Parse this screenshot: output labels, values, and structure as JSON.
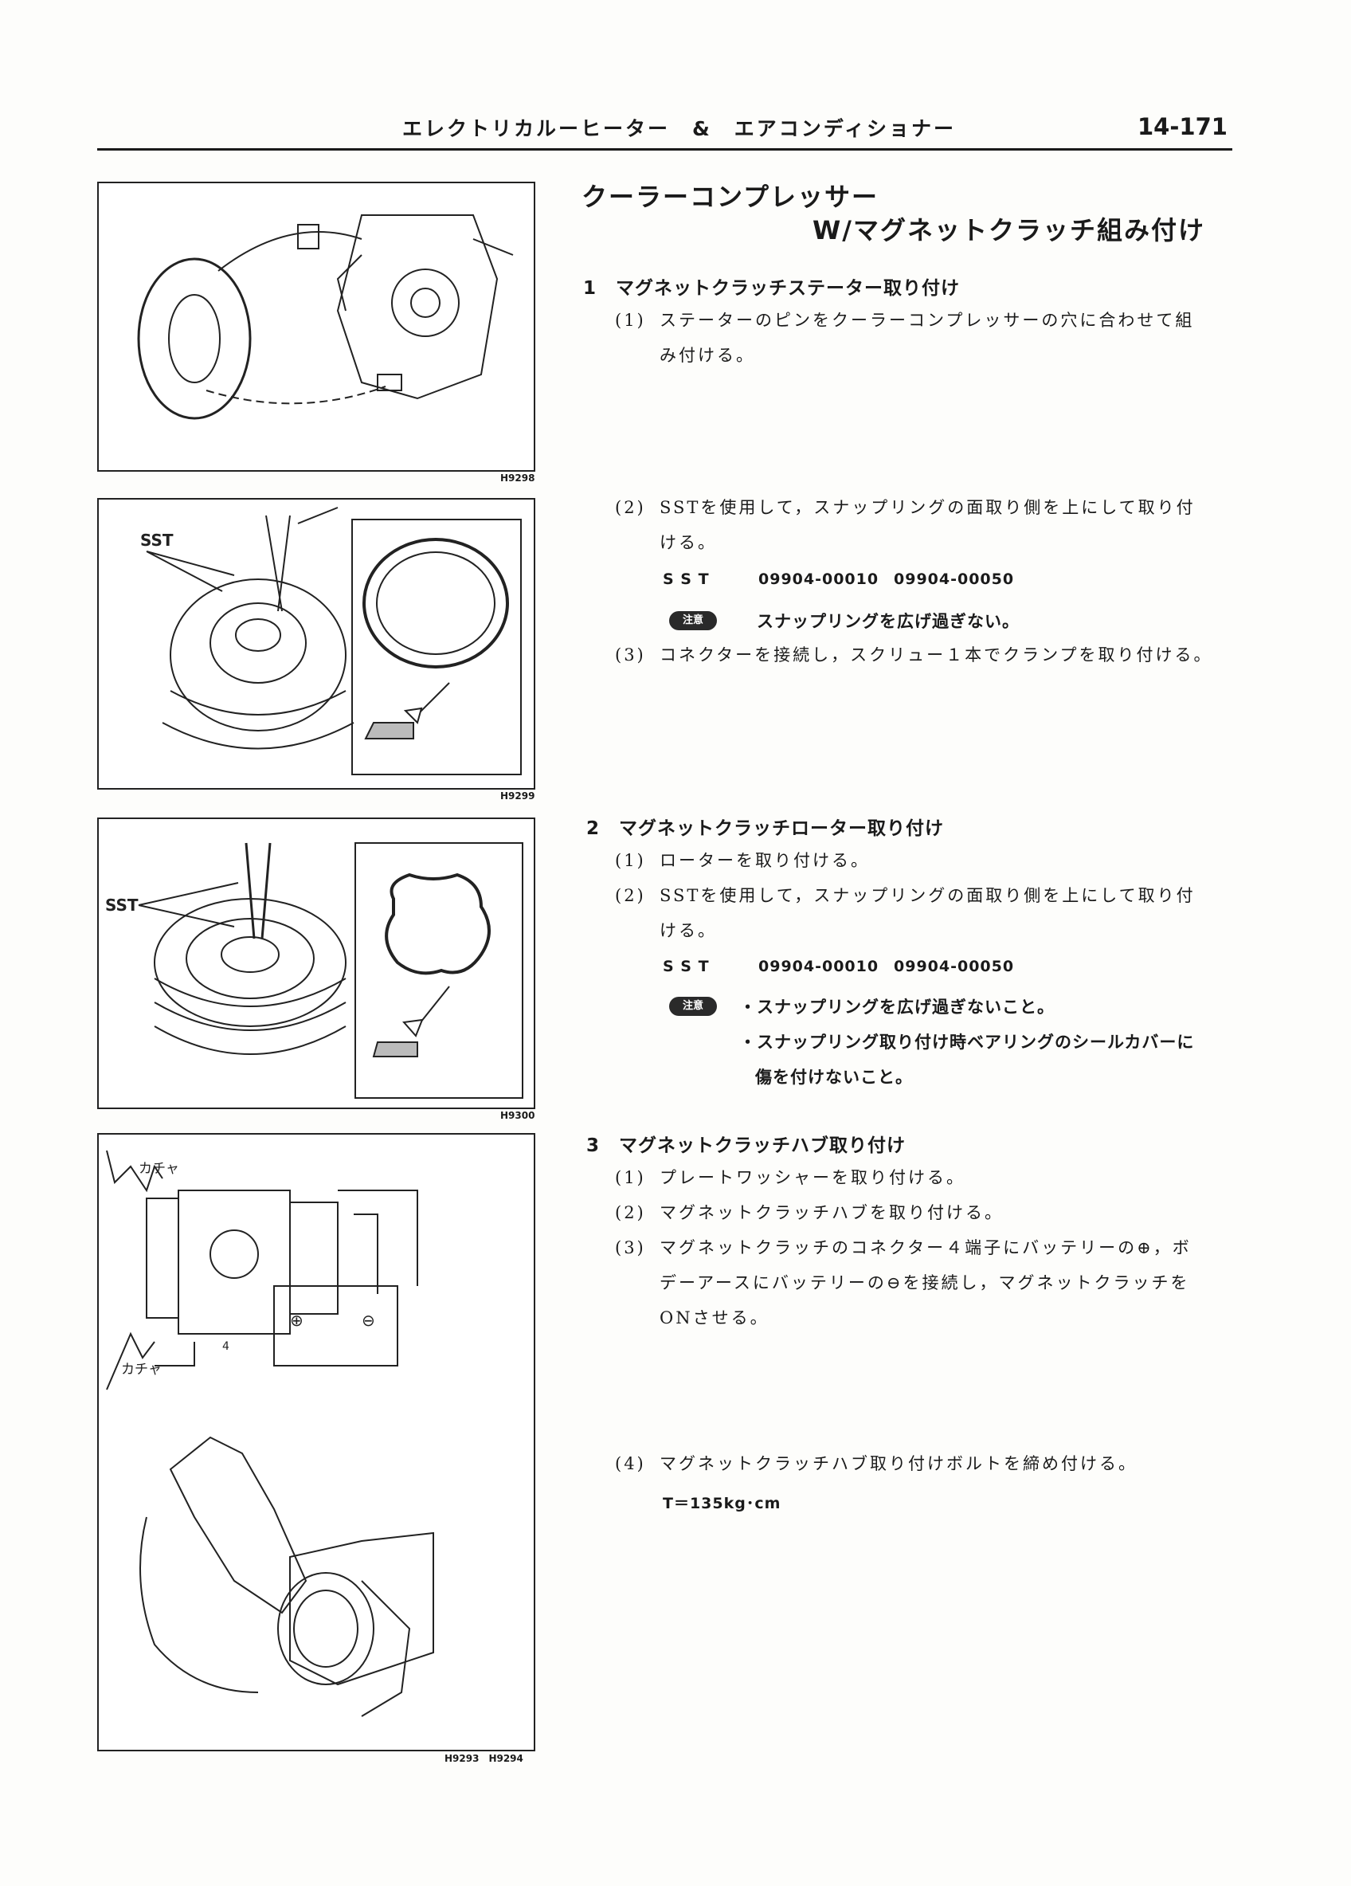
{
  "header": {
    "title": "エレクトリカルーヒーター　&　エアコンディショナー",
    "page": "14-171"
  },
  "section": {
    "title_line1": "クーラーコンプレッサー",
    "title_line2": "W/マグネットクラッチ組み付け"
  },
  "figures": {
    "f1": "H9298",
    "f2": "H9299",
    "f2_label": "SST",
    "f3": "H9300",
    "f3_label": "SST",
    "f4_click_top": "カチャ",
    "f4_click_bottom": "カチャ",
    "f4_terminal": "4",
    "f4_plus": "⊕",
    "f4_minus": "⊖",
    "f45": "H9293　H9294"
  },
  "steps": {
    "s1": {
      "title": "1　マグネットクラッチステーター取り付け",
      "i1_num": "(1)",
      "i1_line1": "ステーターのピンをクーラーコンプレッサーの穴に合わせて組",
      "i1_line2": "み付ける。",
      "i2_num": "(2)",
      "i2_line1": "SSTを使用して，スナップリングの面取り側を上にして取り付",
      "i2_line2": "ける。",
      "sst_label": "S S T",
      "sst_1": "09904-00010",
      "sst_2": "09904-00050",
      "caution_badge": "注意",
      "caution": "スナップリングを広げ過ぎない。",
      "i3_num": "(3)",
      "i3": "コネクターを接続し，スクリュー１本でクランプを取り付ける。"
    },
    "s2": {
      "title": "2　マグネットクラッチローター取り付け",
      "i1_num": "(1)",
      "i1": "ローターを取り付ける。",
      "i2_num": "(2)",
      "i2_line1": "SSTを使用して，スナップリングの面取り側を上にして取り付",
      "i2_line2": "ける。",
      "sst_label": "S S T",
      "sst_1": "09904-00010",
      "sst_2": "09904-00050",
      "caution_badge": "注意",
      "caution1": "・スナップリングを広げ過ぎないこと。",
      "caution2_line1": "・スナップリング取り付け時ベアリングのシールカバーに",
      "caution2_line2": "傷を付けないこと。"
    },
    "s3": {
      "title": "3　マグネットクラッチハブ取り付け",
      "i1_num": "(1)",
      "i1": "プレートワッシャーを取り付ける。",
      "i2_num": "(2)",
      "i2": "マグネットクラッチハブを取り付ける。",
      "i3_num": "(3)",
      "i3_line1": "マグネットクラッチのコネクター４端子にバッテリーの⊕，ボ",
      "i3_line2": "デーアースにバッテリーの⊖を接続し，マグネットクラッチを",
      "i3_line3": "ONさせる。",
      "i4_num": "(4)",
      "i4": "マグネットクラッチハブ取り付けボルトを締め付ける。",
      "torque": "T＝135kg･cm"
    }
  }
}
